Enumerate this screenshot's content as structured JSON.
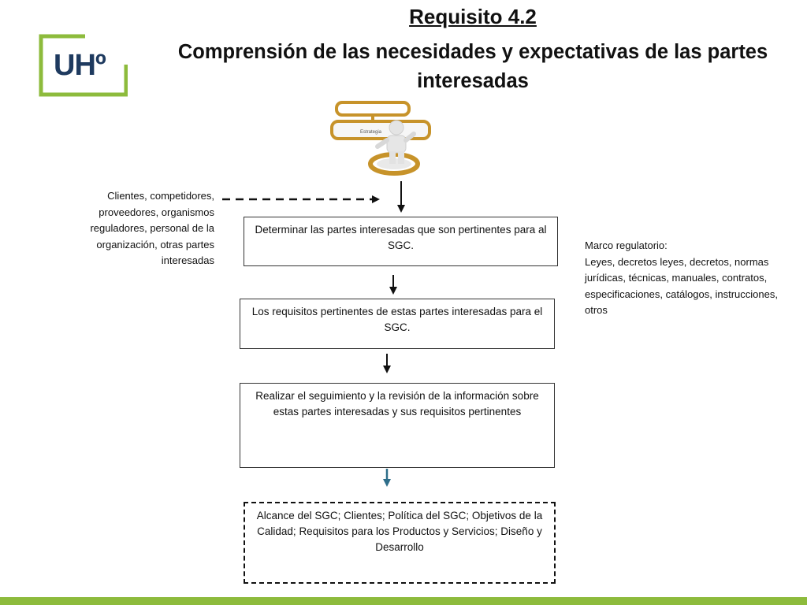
{
  "title": {
    "line1": "Requisito 4.2",
    "line2": "Comprensión de las necesidades y expectativas de las partes interesadas"
  },
  "logo": {
    "text": "UHº",
    "color": "#8dbb3c",
    "text_color": "#1e3a5f"
  },
  "illustration": {
    "sign_label": "Estrategia"
  },
  "left_note": "Clientes, competidores, proveedores, organismos reguladores, personal de la organización, otras partes interesadas",
  "right_note": {
    "heading": "Marco regulatorio:",
    "body": "Leyes, decretos leyes, decretos, normas jurídicas, técnicas, manuales, contratos, especificaciones, catálogos, instrucciones, otros"
  },
  "boxes": {
    "step1": "Determinar las partes interesadas que son pertinentes para al SGC.",
    "step2": "Los requisitos pertinentes de estas partes interesadas para el SGC.",
    "step3": "Realizar el seguimiento y la revisión de la información sobre estas partes interesadas y sus requisitos pertinentes",
    "output": "Alcance del SGC; Clientes; Política del SGC; Objetivos de la Calidad; Requisitos para los Productos y Servicios; Diseño y Desarrollo"
  },
  "colors": {
    "accent_green": "#8dbb3c",
    "dark_arrow": "#111111",
    "teal_arrow": "#2e6e8a"
  }
}
